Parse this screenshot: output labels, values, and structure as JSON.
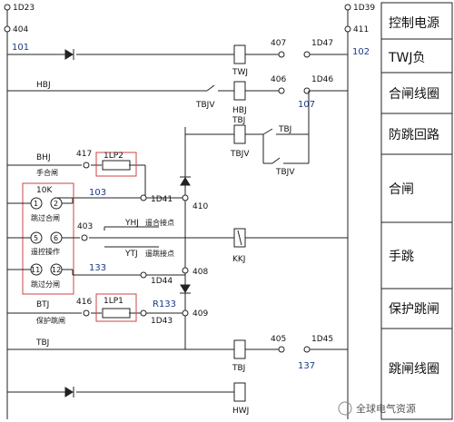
{
  "labels": {
    "l1d23": "1D23",
    "l1d39": "1D39",
    "l404": "404",
    "l411": "411",
    "l101": "101",
    "l102": "102",
    "l407": "407",
    "l1d47": "1D47",
    "l406": "406",
    "l1d46": "1D46",
    "l107": "107",
    "l417": "417",
    "l1d41": "1D41",
    "l403": "403",
    "l410": "410",
    "l103": "103",
    "l133": "133",
    "l1d44": "1D44",
    "l408": "408",
    "l416": "416",
    "l1d43": "1D43",
    "l409": "409",
    "lr133": "R133",
    "l405": "405",
    "l1d45": "1D45",
    "l137": "137",
    "twj": "TWJ",
    "hbj": "HBJ",
    "tbjv1": "TBJV",
    "hbj2": "HBJ",
    "tbj1": "TBJ",
    "tbjv2": "TBJV",
    "tbjv3": "TBJV",
    "tbj2": "TBJ",
    "bhj": "BHJ",
    "rdl": "手合闸",
    "lp2": "1LP2",
    "lp1": "1LP1",
    "k10": "10K",
    "n1": "1",
    "n2": "2",
    "tiaozhahezha": "跳过合闸",
    "n5": "5",
    "n6": "6",
    "jinxiu": "遥控操作",
    "n11": "11",
    "n12": "12",
    "tiaozha": "跳过分闸",
    "yhj": "YHJ",
    "yhj_cn": "遥合接点",
    "ytj": "YTJ",
    "ytj_cn": "遥跳接点",
    "kkj": "KKJ",
    "btj": "BTJ",
    "btj_cn": "保护跳闸",
    "tbj_bot": "TBJ",
    "tbj3": "TBJ",
    "hwj": "HWJ"
  },
  "side_panel": [
    "控制电源",
    "TWJ负",
    "合闸线圈",
    "防跳回路",
    "合闸",
    "手跳",
    "保护跳闸",
    "跳闸线圈"
  ],
  "watermark": "全球电气资源"
}
